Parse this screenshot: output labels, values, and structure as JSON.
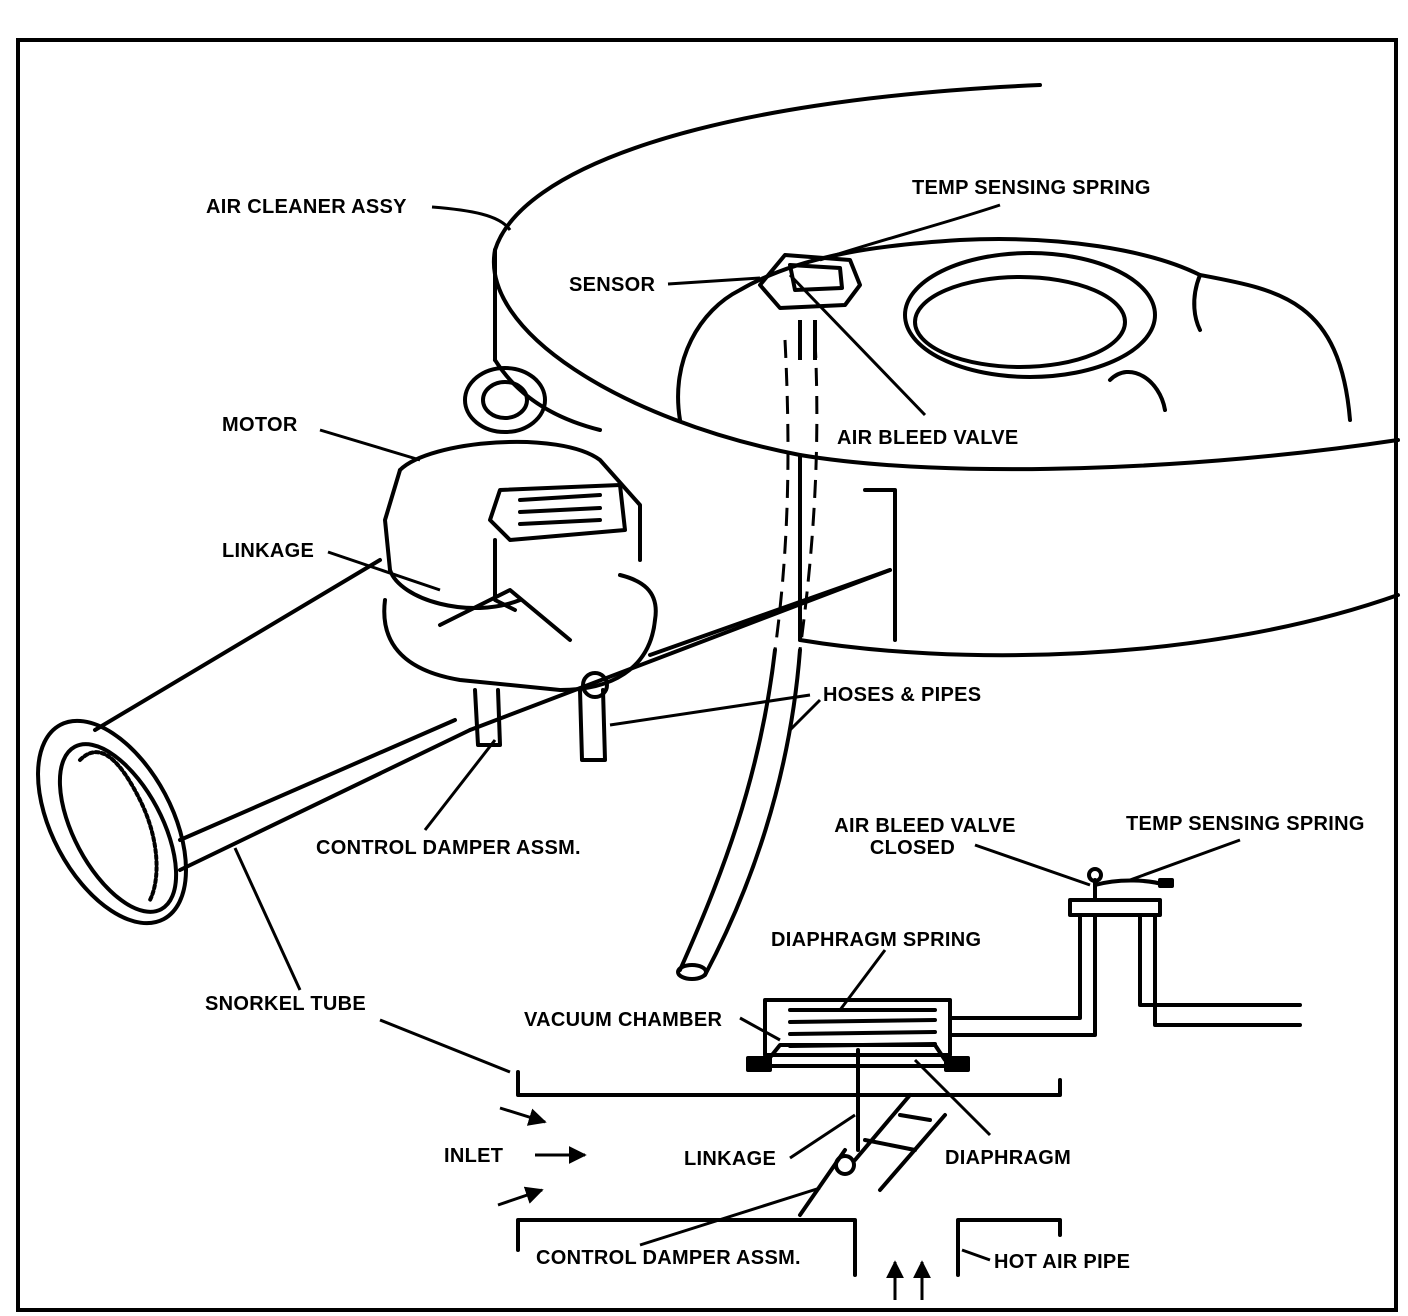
{
  "labels": {
    "air_cleaner_assy": "AIR CLEANER ASSY",
    "temp_sensing_spring_top": "TEMP SENSING SPRING",
    "sensor": "SENSOR",
    "motor": "MOTOR",
    "air_bleed_valve_top": "AIR BLEED VALVE",
    "linkage_top": "LINKAGE",
    "hoses_pipes": "HOSES & PIPES",
    "control_damper_top": "CONTROL DAMPER ASSM.",
    "air_bleed_valve_closed_1": "AIR BLEED VALVE",
    "air_bleed_valve_closed_2": "CLOSED",
    "temp_sensing_spring_bottom": "TEMP SENSING SPRING",
    "diaphragm_spring": "DIAPHRAGM SPRING",
    "snorkel_tube": "SNORKEL TUBE",
    "vacuum_chamber": "VACUUM CHAMBER",
    "inlet": "INLET",
    "linkage_bottom": "LINKAGE",
    "diaphragm": "DIAPHRAGM",
    "control_damper_bottom": "CONTROL DAMPER ASSM.",
    "hot_air_pipe": "HOT AIR PIPE"
  },
  "colors": {
    "ink": "#000000",
    "paper": "#ffffff"
  }
}
